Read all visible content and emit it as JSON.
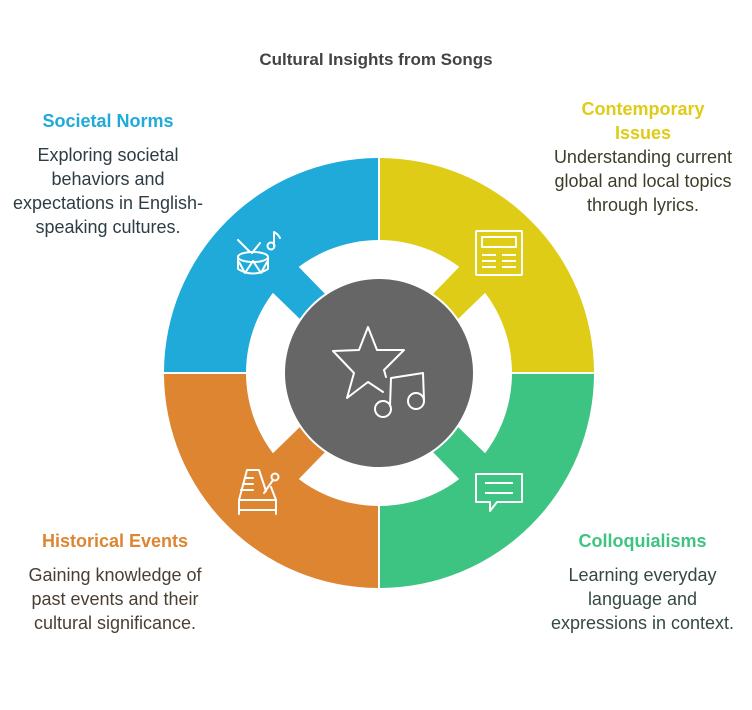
{
  "title": "Cultural Insights from Songs",
  "center": {
    "icon": "star-music-notes-icon",
    "color": "#666666"
  },
  "segments": [
    {
      "position": "top-left",
      "title": "Societal Norms",
      "description": "Exploring societal behaviors and expectations in English-speaking cultures.",
      "icon": "drum-icon",
      "color": "#1FAAD9",
      "text_color": "#2E3D45"
    },
    {
      "position": "top-right",
      "title": "Contemporary Issues",
      "description": "Understanding current global and local topics through lyrics.",
      "icon": "newspaper-icon",
      "color": "#DECC17",
      "text_color": "#3F3D2A"
    },
    {
      "position": "bottom-left",
      "title": "Historical Events",
      "description": "Gaining knowledge of past events and their cultural significance.",
      "icon": "metronome-icon",
      "color": "#DE8532",
      "text_color": "#4A3F33"
    },
    {
      "position": "bottom-right",
      "title": "Colloquialisms",
      "description": "Learning everyday language and expressions in context.",
      "icon": "chat-bubble-icon",
      "color": "#3EC482",
      "text_color": "#344A40"
    }
  ]
}
